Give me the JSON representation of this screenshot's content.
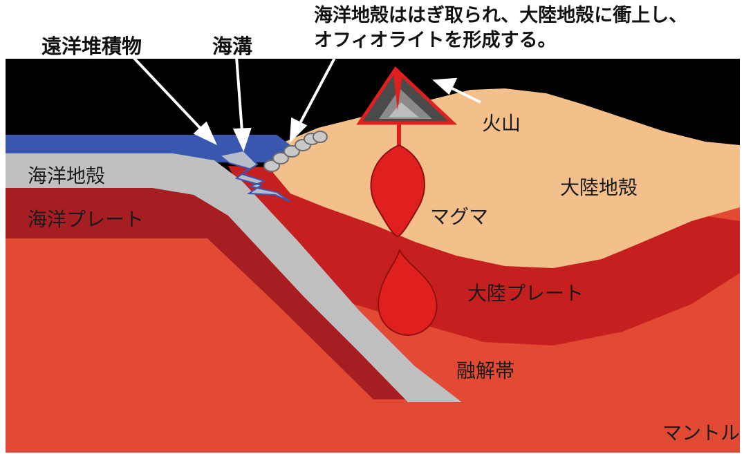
{
  "labels": {
    "pelagic_sediment": "遠洋堆積物",
    "trench": "海溝",
    "obduction_line1": "海洋地殻ははぎ取られ、大陸地殻に衝上し、",
    "obduction_line2": "オフィオライトを形成する。",
    "volcano": "火山",
    "continental_crust": "大陸地殻",
    "oceanic_crust": "海洋地殻",
    "oceanic_plate": "海洋プレート",
    "magma": "マグマ",
    "continental_plate": "大陸プレート",
    "melting_zone": "融解帯",
    "mantle": "マントル"
  },
  "colors": {
    "sky": "#000000",
    "ocean": "#3a57b0",
    "oceanic_crust": "#c0c0c0",
    "oceanic_plate": "#a61d22",
    "continental_crust": "#f3c08b",
    "continental_plate": "#c61f1f",
    "mantle": "#e24a33",
    "magma": "#e0201e",
    "arrow": "#ffffff"
  }
}
